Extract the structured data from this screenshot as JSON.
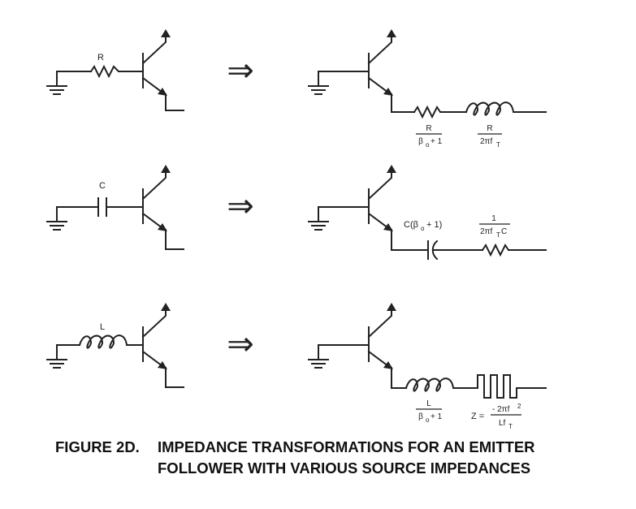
{
  "figure": {
    "caption_number": "FIGURE 2D.",
    "caption_text": "IMPEDANCE TRANSFORMATIONS FOR AN EMITTER FOLLOWER WITH VARIOUS SOURCE IMPEDANCES"
  },
  "rows": [
    {
      "source_label": "R",
      "series_label_1_num": "R",
      "series_label_1_den": "β",
      "series_label_1_den_sub": "o",
      "series_label_1_den_suffix": "+ 1",
      "series_label_2_num": "R",
      "series_label_2_den": "2πf",
      "series_label_2_den_sub": "T"
    },
    {
      "source_label": "C",
      "series_label_1": "C(β",
      "series_label_1_sub": "o",
      "series_label_1_suffix": "+ 1)",
      "series_label_2_num": "1",
      "series_label_2_den": "2πf",
      "series_label_2_den_sub": "T",
      "series_label_2_den_suffix": "C"
    },
    {
      "source_label": "L",
      "series_label_1_num": "L",
      "series_label_1_den": "β",
      "series_label_1_den_sub": "o",
      "series_label_1_den_suffix": "+ 1",
      "series_label_2_prefix": "Z =",
      "series_label_2_num": "- 2πf",
      "series_label_2_num_sup": "2",
      "series_label_2_den": "Lf",
      "series_label_2_den_sub": "T"
    }
  ],
  "arrow_glyph": "⇒"
}
